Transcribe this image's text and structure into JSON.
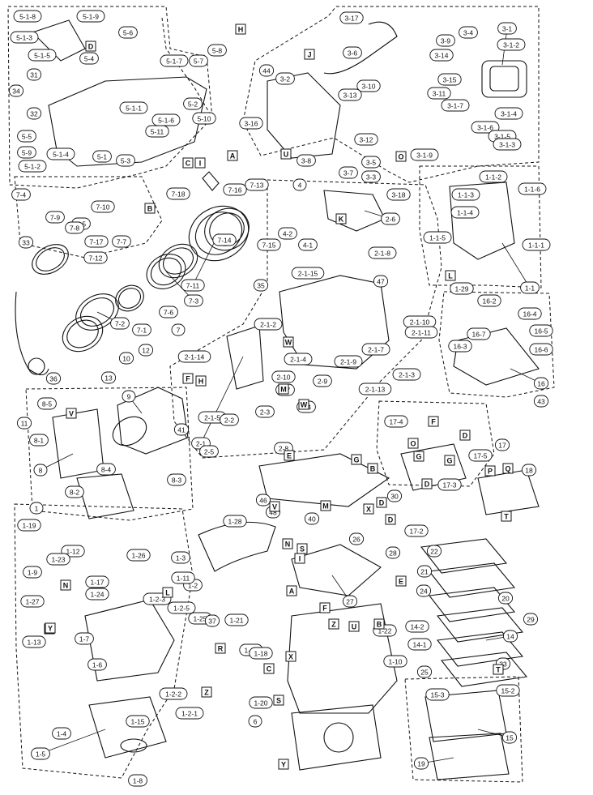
{
  "diagram": {
    "callouts": [
      {
        "id": "c-5-1-8",
        "label": "5-1-8"
      },
      {
        "id": "c-5-1-9",
        "label": "5-1-9"
      },
      {
        "id": "c-5-1-3",
        "label": "5-1-3"
      },
      {
        "id": "c-5-1-5",
        "label": "5-1-5"
      },
      {
        "id": "c-5-6",
        "label": "5-6"
      },
      {
        "id": "c-5-4",
        "label": "5-4"
      },
      {
        "id": "c-5-1-7",
        "label": "5-1-7"
      },
      {
        "id": "c-5-7",
        "label": "5-7"
      },
      {
        "id": "c-5-8",
        "label": "5-8"
      },
      {
        "id": "c-5-2",
        "label": "5-2"
      },
      {
        "id": "c-5-1-6",
        "label": "5-1-6"
      },
      {
        "id": "c-5-1-1",
        "label": "5-1-1"
      },
      {
        "id": "c-5-1-2",
        "label": "5-1-2"
      },
      {
        "id": "c-5-1-4",
        "label": "5-1-4"
      },
      {
        "id": "c-5-1",
        "label": "5-1"
      },
      {
        "id": "c-5-3",
        "label": "5-3"
      },
      {
        "id": "c-5-5",
        "label": "5-5"
      },
      {
        "id": "c-5-9",
        "label": "5-9"
      },
      {
        "id": "c-5-11",
        "label": "5-11"
      },
      {
        "id": "c-5-10",
        "label": "5-10"
      },
      {
        "id": "c-31",
        "label": "31"
      },
      {
        "id": "c-34",
        "label": "34"
      },
      {
        "id": "c-32",
        "label": "32"
      },
      {
        "id": "c-3-17",
        "label": "3-17"
      },
      {
        "id": "c-3-6",
        "label": "3-6"
      },
      {
        "id": "c-3-9",
        "label": "3-9"
      },
      {
        "id": "c-3-4",
        "label": "3-4"
      },
      {
        "id": "c-3-1",
        "label": "3-1"
      },
      {
        "id": "c-3-1-2",
        "label": "3-1-2"
      },
      {
        "id": "c-3-14",
        "label": "3-14"
      },
      {
        "id": "c-3-15",
        "label": "3-15"
      },
      {
        "id": "c-3-11",
        "label": "3-11"
      },
      {
        "id": "c-3-1-7",
        "label": "3-1-7"
      },
      {
        "id": "c-3-1-4",
        "label": "3-1-4"
      },
      {
        "id": "c-3-1-6",
        "label": "3-1-6"
      },
      {
        "id": "c-3-1-5",
        "label": "3-1-5"
      },
      {
        "id": "c-3-1-3",
        "label": "3-1-3"
      },
      {
        "id": "c-3-1-9",
        "label": "3-1-9"
      },
      {
        "id": "c-3-2",
        "label": "3-2"
      },
      {
        "id": "c-3-10",
        "label": "3-10"
      },
      {
        "id": "c-3-13",
        "label": "3-13"
      },
      {
        "id": "c-3-16",
        "label": "3-16"
      },
      {
        "id": "c-3-8",
        "label": "3-8"
      },
      {
        "id": "c-3-12",
        "label": "3-12"
      },
      {
        "id": "c-3-7",
        "label": "3-7"
      },
      {
        "id": "c-3-5",
        "label": "3-5"
      },
      {
        "id": "c-3-3",
        "label": "3-3"
      },
      {
        "id": "c-3-18",
        "label": "3-18"
      },
      {
        "id": "c-44",
        "label": "44"
      },
      {
        "id": "c-7-4",
        "label": "7-4"
      },
      {
        "id": "c-7-5",
        "label": "7-5"
      },
      {
        "id": "c-7-9",
        "label": "7-9"
      },
      {
        "id": "c-7-8",
        "label": "7-8"
      },
      {
        "id": "c-7-18",
        "label": "7-18"
      },
      {
        "id": "c-7-10",
        "label": "7-10"
      },
      {
        "id": "c-7-17",
        "label": "7-17"
      },
      {
        "id": "c-7-7",
        "label": "7-7"
      },
      {
        "id": "c-7-12",
        "label": "7-12"
      },
      {
        "id": "c-7-16",
        "label": "7-16"
      },
      {
        "id": "c-7-14",
        "label": "7-14"
      },
      {
        "id": "c-7-13",
        "label": "7-13"
      },
      {
        "id": "c-7-15",
        "label": "7-15"
      },
      {
        "id": "c-7-11",
        "label": "7-11"
      },
      {
        "id": "c-7-3",
        "label": "7-3"
      },
      {
        "id": "c-7-6",
        "label": "7-6"
      },
      {
        "id": "c-7-2",
        "label": "7-2"
      },
      {
        "id": "c-7-1",
        "label": "7-1"
      },
      {
        "id": "c-7",
        "label": "7"
      },
      {
        "id": "c-33",
        "label": "33"
      },
      {
        "id": "c-36",
        "label": "36"
      },
      {
        "id": "c-35",
        "label": "35"
      },
      {
        "id": "c-4",
        "label": "4"
      },
      {
        "id": "c-4-2",
        "label": "4-2"
      },
      {
        "id": "c-4-1",
        "label": "4-1"
      },
      {
        "id": "c-1-1-2",
        "label": "1-1-2"
      },
      {
        "id": "c-1-1-3",
        "label": "1-1-3"
      },
      {
        "id": "c-1-1-6",
        "label": "1-1-6"
      },
      {
        "id": "c-1-1-4",
        "label": "1-1-4"
      },
      {
        "id": "c-1-1-5",
        "label": "1-1-5"
      },
      {
        "id": "c-1-1-1",
        "label": "1-1-1"
      },
      {
        "id": "c-1-29",
        "label": "1-29"
      },
      {
        "id": "c-1-1",
        "label": "1-1"
      },
      {
        "id": "c-2-6",
        "label": "2-6"
      },
      {
        "id": "c-2-1-8",
        "label": "2-1-8"
      },
      {
        "id": "c-2-1-15",
        "label": "2-1-15"
      },
      {
        "id": "c-47",
        "label": "47"
      },
      {
        "id": "c-2-1-10",
        "label": "2-1-10"
      },
      {
        "id": "c-2-1-2",
        "label": "2-1-2"
      },
      {
        "id": "c-2-1-11",
        "label": "2-1-11"
      },
      {
        "id": "c-2-1-7",
        "label": "2-1-7"
      },
      {
        "id": "c-2-1-14",
        "label": "2-1-14"
      },
      {
        "id": "c-2-1-9",
        "label": "2-1-9"
      },
      {
        "id": "c-2-1-3",
        "label": "2-1-3"
      },
      {
        "id": "c-2-1-13",
        "label": "2-1-13"
      },
      {
        "id": "c-2-1-4",
        "label": "2-1-4"
      },
      {
        "id": "c-2-10",
        "label": "2-10"
      },
      {
        "id": "c-2-7",
        "label": "2-7"
      },
      {
        "id": "c-2-9",
        "label": "2-9"
      },
      {
        "id": "c-2-3",
        "label": "2-3"
      },
      {
        "id": "c-2-1-5",
        "label": "2-1-5"
      },
      {
        "id": "c-2-1",
        "label": "2-1"
      },
      {
        "id": "c-2-2",
        "label": "2-2"
      },
      {
        "id": "c-2-5",
        "label": "2-5"
      },
      {
        "id": "c-2-8",
        "label": "2-8"
      },
      {
        "id": "c-2-4",
        "label": "2-4"
      },
      {
        "id": "c-16-2",
        "label": "16-2"
      },
      {
        "id": "c-16-4",
        "label": "16-4"
      },
      {
        "id": "c-16-7",
        "label": "16-7"
      },
      {
        "id": "c-16-3",
        "label": "16-3"
      },
      {
        "id": "c-16-5",
        "label": "16-5"
      },
      {
        "id": "c-16-6",
        "label": "16-6"
      },
      {
        "id": "c-16",
        "label": "16"
      },
      {
        "id": "c-43",
        "label": "43"
      },
      {
        "id": "c-10",
        "label": "10"
      },
      {
        "id": "c-12",
        "label": "12"
      },
      {
        "id": "c-13",
        "label": "13"
      },
      {
        "id": "c-9",
        "label": "9"
      },
      {
        "id": "c-41",
        "label": "41"
      },
      {
        "id": "c-11",
        "label": "11"
      },
      {
        "id": "c-8-5",
        "label": "8-5"
      },
      {
        "id": "c-8-1",
        "label": "8-1"
      },
      {
        "id": "c-8-4",
        "label": "8-4"
      },
      {
        "id": "c-8",
        "label": "8"
      },
      {
        "id": "c-8-3",
        "label": "8-3"
      },
      {
        "id": "c-8-2",
        "label": "8-2"
      },
      {
        "id": "c-17-4",
        "label": "17-4"
      },
      {
        "id": "c-17-5",
        "label": "17-5"
      },
      {
        "id": "c-17",
        "label": "17"
      },
      {
        "id": "c-17-3",
        "label": "17-3"
      },
      {
        "id": "c-17-2",
        "label": "17-2"
      },
      {
        "id": "c-18",
        "label": "18"
      },
      {
        "id": "c-46",
        "label": "46"
      },
      {
        "id": "c-48",
        "label": "48"
      },
      {
        "id": "c-40",
        "label": "40"
      },
      {
        "id": "c-30",
        "label": "30"
      },
      {
        "id": "c-26",
        "label": "26"
      },
      {
        "id": "c-28",
        "label": "28"
      },
      {
        "id": "c-22",
        "label": "22"
      },
      {
        "id": "c-21",
        "label": "21"
      },
      {
        "id": "c-24",
        "label": "24"
      },
      {
        "id": "c-20",
        "label": "20"
      },
      {
        "id": "c-29",
        "label": "29"
      },
      {
        "id": "c-14",
        "label": "14"
      },
      {
        "id": "c-14-2",
        "label": "14-2"
      },
      {
        "id": "c-14-1",
        "label": "14-1"
      },
      {
        "id": "c-25",
        "label": "25"
      },
      {
        "id": "c-23",
        "label": "23"
      },
      {
        "id": "c-15",
        "label": "15"
      },
      {
        "id": "c-15-3",
        "label": "15-3"
      },
      {
        "id": "c-15-2",
        "label": "15-2"
      },
      {
        "id": "c-19",
        "label": "19"
      },
      {
        "id": "c-27",
        "label": "27"
      },
      {
        "id": "c-1-19",
        "label": "1-19"
      },
      {
        "id": "c-1-12",
        "label": "1-12"
      },
      {
        "id": "c-1-23",
        "label": "1-23"
      },
      {
        "id": "c-1-9",
        "label": "1-9"
      },
      {
        "id": "c-1-27",
        "label": "1-27"
      },
      {
        "id": "c-1-17",
        "label": "1-17"
      },
      {
        "id": "c-1-24",
        "label": "1-24"
      },
      {
        "id": "c-1-2-3",
        "label": "1-2-3"
      },
      {
        "id": "c-1-2-5",
        "label": "1-2-5"
      },
      {
        "id": "c-1-2",
        "label": "1-2"
      },
      {
        "id": "c-1-7",
        "label": "1-7"
      },
      {
        "id": "c-1-13",
        "label": "1-13"
      },
      {
        "id": "c-1-6",
        "label": "1-6"
      },
      {
        "id": "c-1-4",
        "label": "1-4"
      },
      {
        "id": "c-1-5",
        "label": "1-5"
      },
      {
        "id": "c-1-15",
        "label": "1-15"
      },
      {
        "id": "c-1-8",
        "label": "1-8"
      },
      {
        "id": "c-1-2-2",
        "label": "1-2-2"
      },
      {
        "id": "c-1-2-1",
        "label": "1-2-1"
      },
      {
        "id": "c-1-26",
        "label": "1-26"
      },
      {
        "id": "c-1-25",
        "label": "1-25"
      },
      {
        "id": "c-1-21",
        "label": "1-21"
      },
      {
        "id": "c-1-16",
        "label": "1-16"
      },
      {
        "id": "c-1-18",
        "label": "1-18"
      },
      {
        "id": "c-1-28",
        "label": "1-28"
      },
      {
        "id": "c-1-22",
        "label": "1-22"
      },
      {
        "id": "c-1-10",
        "label": "1-10"
      },
      {
        "id": "c-1-20",
        "label": "1-20"
      },
      {
        "id": "c-1-3",
        "label": "1-3"
      },
      {
        "id": "c-1-11",
        "label": "1-11"
      },
      {
        "id": "c-1",
        "label": "1"
      },
      {
        "id": "c-37",
        "label": "37"
      },
      {
        "id": "c-6",
        "label": "6"
      }
    ],
    "markers": [
      {
        "id": "m1",
        "letter": "H"
      },
      {
        "id": "m2",
        "letter": "J"
      },
      {
        "id": "m3",
        "letter": "D"
      },
      {
        "id": "m4",
        "letter": "A"
      },
      {
        "id": "m5",
        "letter": "C"
      },
      {
        "id": "m6",
        "letter": "I"
      },
      {
        "id": "m7",
        "letter": "U"
      },
      {
        "id": "m8",
        "letter": "B"
      },
      {
        "id": "m9",
        "letter": "K"
      },
      {
        "id": "m10",
        "letter": "L"
      },
      {
        "id": "m11",
        "letter": "W"
      },
      {
        "id": "m12",
        "letter": "M"
      },
      {
        "id": "m13",
        "letter": "N"
      },
      {
        "id": "m14",
        "letter": "F"
      },
      {
        "id": "m15",
        "letter": "V"
      },
      {
        "id": "m16",
        "letter": "E"
      },
      {
        "id": "m17",
        "letter": "G"
      },
      {
        "id": "m18",
        "letter": "R"
      },
      {
        "id": "m19",
        "letter": "X"
      },
      {
        "id": "m20",
        "letter": "P"
      },
      {
        "id": "m21",
        "letter": "Q"
      },
      {
        "id": "m22",
        "letter": "T"
      },
      {
        "id": "m23",
        "letter": "O"
      },
      {
        "id": "m24",
        "letter": "S"
      },
      {
        "id": "m25",
        "letter": "Y"
      },
      {
        "id": "m26",
        "letter": "Z"
      }
    ]
  }
}
